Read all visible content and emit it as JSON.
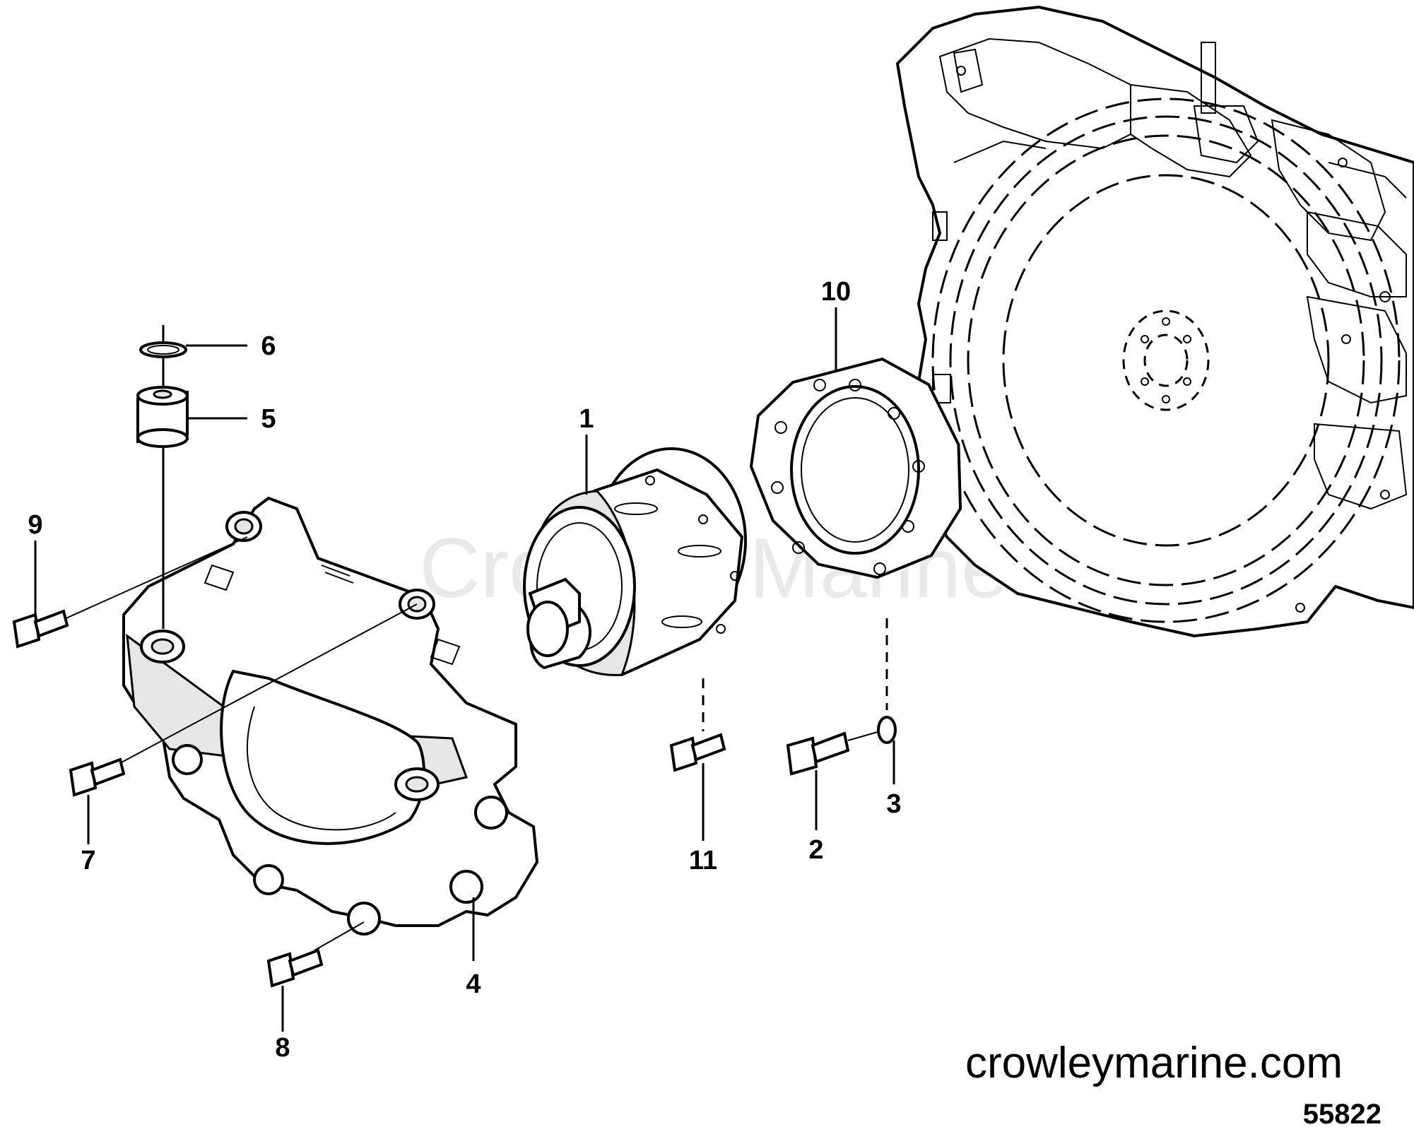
{
  "callouts": [
    {
      "id": "1",
      "label": "1"
    },
    {
      "id": "2",
      "label": "2"
    },
    {
      "id": "3",
      "label": "3"
    },
    {
      "id": "4",
      "label": "4"
    },
    {
      "id": "5",
      "label": "5"
    },
    {
      "id": "6",
      "label": "6"
    },
    {
      "id": "7",
      "label": "7"
    },
    {
      "id": "8",
      "label": "8"
    },
    {
      "id": "9",
      "label": "9"
    },
    {
      "id": "10",
      "label": "10"
    },
    {
      "id": "11",
      "label": "11"
    }
  ],
  "watermark": "Crowley Marine",
  "website": "crowleymarine.com",
  "figure_number": "55822"
}
